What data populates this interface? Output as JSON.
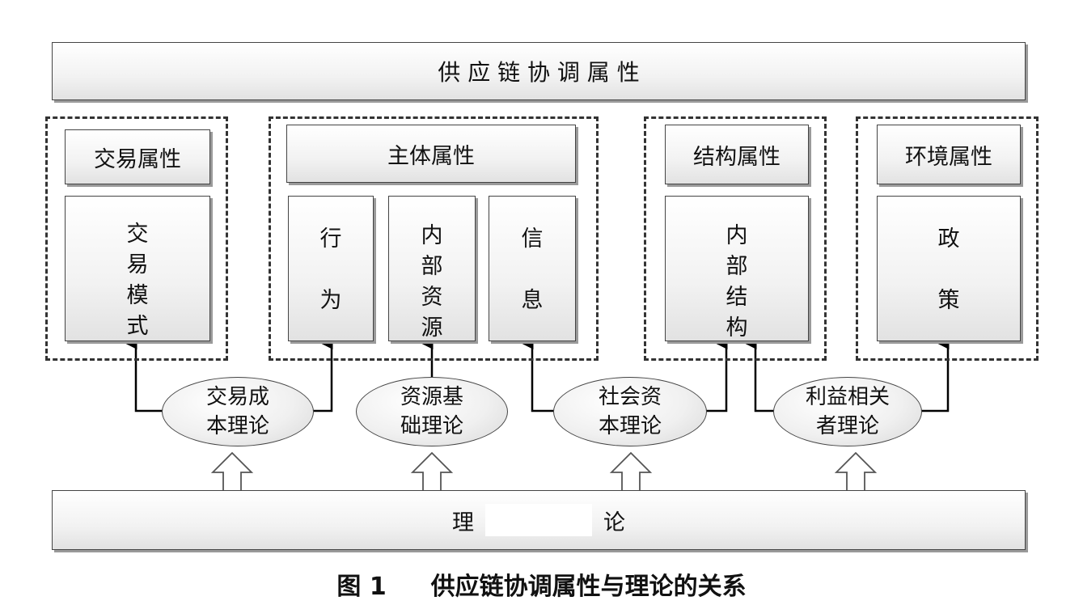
{
  "top_bar": {
    "label": "供 应 链 协 调 属 性"
  },
  "groups": [
    {
      "header": "交易属性",
      "items": [
        {
          "chars": [
            "交",
            "易",
            "模",
            "式"
          ]
        }
      ]
    },
    {
      "header": "主体属性",
      "items": [
        {
          "chars": [
            "行",
            "为"
          ]
        },
        {
          "chars": [
            "内",
            "部",
            "资",
            "源"
          ]
        },
        {
          "chars": [
            "信",
            "息"
          ]
        }
      ]
    },
    {
      "header": "结构属性",
      "items": [
        {
          "chars": [
            "内",
            "部",
            "结",
            "构"
          ]
        }
      ]
    },
    {
      "header": "环境属性",
      "items": [
        {
          "chars": [
            "政",
            "策"
          ]
        }
      ]
    }
  ],
  "theories": [
    {
      "line1": "交易成",
      "line2": "本理论"
    },
    {
      "line1": "资源基",
      "line2": "础理论"
    },
    {
      "line1": "社会资",
      "line2": "本理论"
    },
    {
      "line1": "利益相关",
      "line2": "者理论"
    }
  ],
  "bottom_bar": {
    "left": "理",
    "right": "论"
  },
  "caption": {
    "figure": "图 1",
    "title": "供应链协调属性与理论的关系"
  }
}
